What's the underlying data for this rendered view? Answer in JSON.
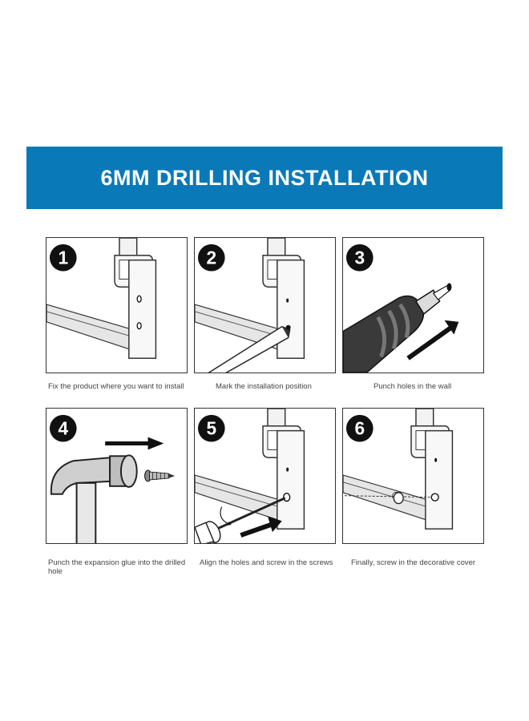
{
  "banner": {
    "title": "6MM DRILLING INSTALLATION",
    "background_color": "#0a79b8"
  },
  "steps": [
    {
      "number": "1",
      "caption": "Fix the product where you want to install",
      "icon": "bracket-on-gate-icon"
    },
    {
      "number": "2",
      "caption": "Mark the installation position",
      "icon": "marker-pen-icon"
    },
    {
      "number": "3",
      "caption": "Punch holes in the wall",
      "icon": "power-drill-icon"
    },
    {
      "number": "4",
      "caption": "Punch the expansion glue into the drilled hole",
      "icon": "hammer-icon"
    },
    {
      "number": "5",
      "caption": "Align the holes and screw in the screws",
      "icon": "screwdriver-icon"
    },
    {
      "number": "6",
      "caption": "Finally, screw in the decorative cover",
      "icon": "decorative-cover-icon"
    }
  ]
}
